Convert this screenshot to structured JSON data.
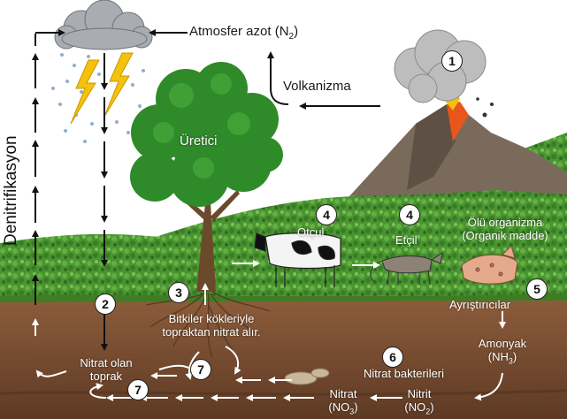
{
  "labels": {
    "nitrogen": "Atmosfer azot (N",
    "nitrogen_sub": "2",
    "nitrogen_close": ")",
    "volcanism": "Volkanizma",
    "denitrification": "Denitrifikasyon",
    "producer": "Üretici",
    "herbivore": "Otçul",
    "carnivore": "Etçil",
    "dead_line1": "Ölü organizma",
    "dead_line2": "(Organik madde)",
    "decomposers": "Ayrıştırıcılar",
    "ammonia": "Amonyak",
    "ammonia_formula": "(NH",
    "ammonia_sub": "3",
    "ammonia_close": ")",
    "nitrate_bacteria": "Nitrat bakterileri",
    "nitrite": "Nitrit",
    "nitrite_formula": "(NO",
    "nitrite_sub": "2",
    "nitrite_close": ")",
    "nitrate": "Nitrat",
    "nitrate_formula": "(NO",
    "nitrate_sub": "3",
    "nitrate_close": ")",
    "nitrate_soil_line1": "Nitrat olan",
    "nitrate_soil_line2": "toprak",
    "roots_line1": "Bitkiler kökleriyle",
    "roots_line2": "topraktan nitrat alır."
  },
  "badges": {
    "b1": "1",
    "b2": "2",
    "b3": "3",
    "b4a": "4",
    "b4b": "4",
    "b5": "5",
    "b6": "6",
    "b7a": "7",
    "b7b": "7"
  },
  "colors": {
    "grass": "#4f9a34",
    "soil_top": "#8a5a3a",
    "soil_bottom": "#6b4128",
    "arrow_dark": "#111111",
    "arrow_light": "#ffffff",
    "lightning": "#f4c20d",
    "lava": "#e8561b"
  }
}
